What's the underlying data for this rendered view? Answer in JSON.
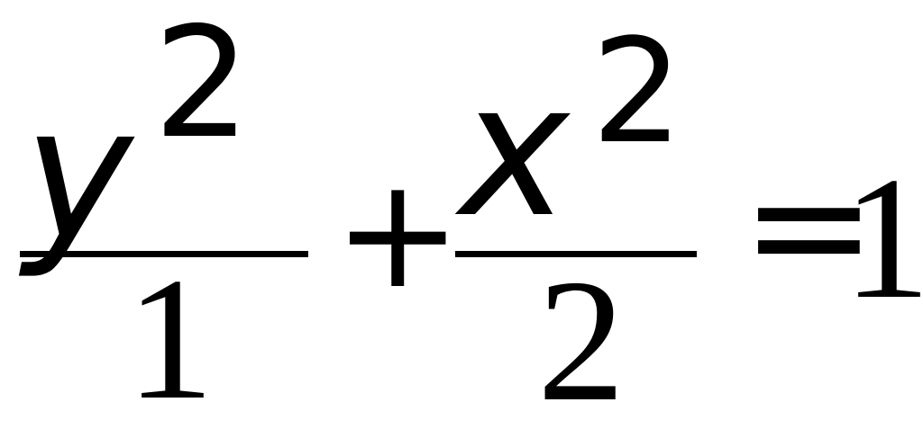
{
  "equation": {
    "first_fraction": {
      "numerator_variable": "y",
      "numerator_exponent": "2",
      "denominator": "1"
    },
    "operator": "+",
    "second_fraction": {
      "numerator_variable": "x",
      "numerator_exponent": "2",
      "denominator": "2"
    },
    "relation": "=",
    "right_side": "1"
  }
}
